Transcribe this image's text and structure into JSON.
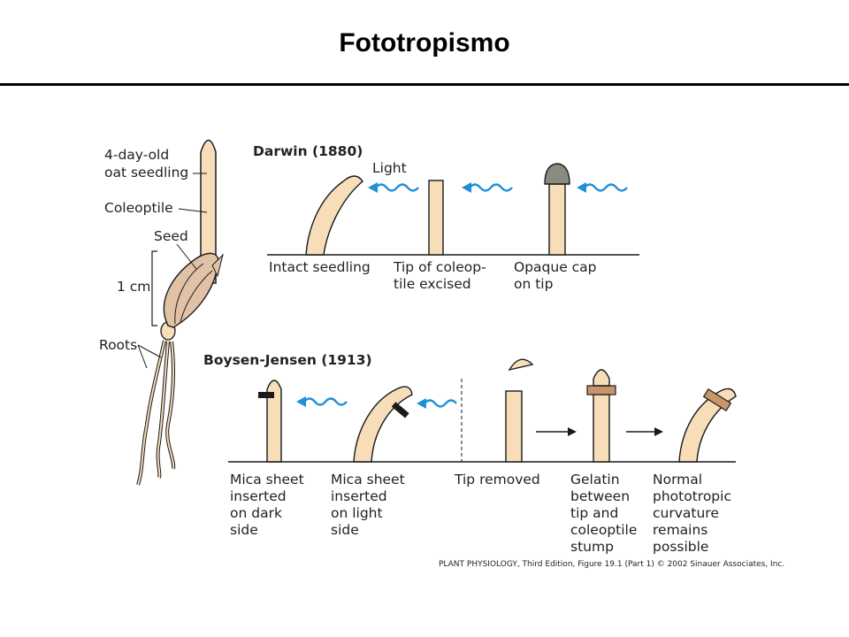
{
  "slide": {
    "title": "Fototropismo"
  },
  "seedling": {
    "age_label_line1": "4-day-old",
    "age_label_line2": "oat seedling",
    "coleoptile_label": "Coleoptile",
    "seed_label": "Seed",
    "scale_label": "1 cm",
    "roots_label": "Roots"
  },
  "darwin": {
    "heading": "Darwin (1880)",
    "light_label": "Light",
    "cases": [
      {
        "line1": "Intact seedling",
        "line2": ""
      },
      {
        "line1": "Tip of coleop-",
        "line2": "tile excised"
      },
      {
        "line1": "Opaque cap",
        "line2": "on tip"
      }
    ]
  },
  "boysen_jensen": {
    "heading": "Boysen-Jensen (1913)",
    "cases": [
      {
        "lines": [
          "Mica sheet",
          "inserted",
          "on dark",
          "side"
        ]
      },
      {
        "lines": [
          "Mica sheet",
          "inserted",
          "on light",
          "side"
        ]
      },
      {
        "lines": [
          "Tip removed"
        ]
      },
      {
        "lines": [
          "Gelatin",
          "between",
          "tip and",
          "coleoptile",
          "stump"
        ]
      },
      {
        "lines": [
          "Normal",
          "phototropic",
          "curvature",
          "remains",
          "possible"
        ]
      }
    ]
  },
  "credit": "PLANT PHYSIOLOGY, Third Edition, Figure 19.1 (Part 1)  © 2002 Sinauer Associates, Inc.",
  "colors": {
    "coleoptile_fill": "#f7ddb8",
    "outline": "#1a1a1a",
    "light_wave": "#1e8fd8",
    "opaque_cap": "#8a8a80",
    "gelatin": "#c8956a",
    "seed_fill": "#e2c2a6"
  }
}
